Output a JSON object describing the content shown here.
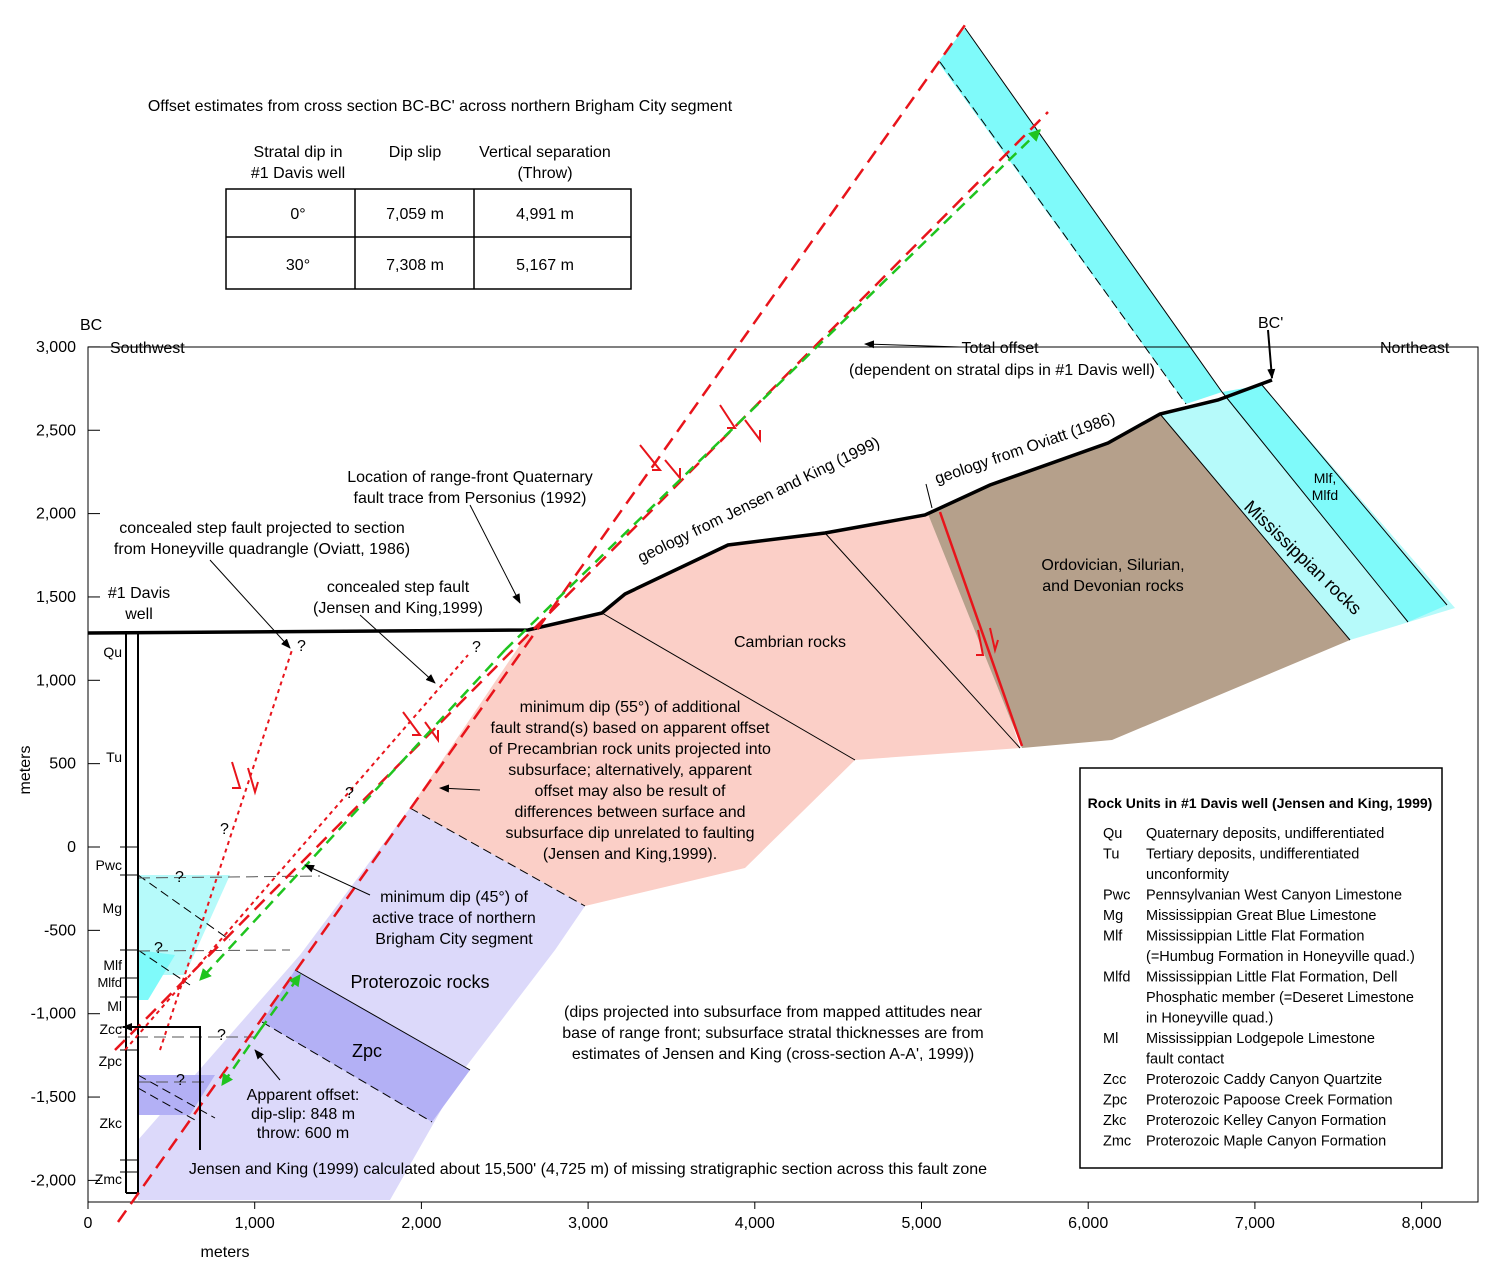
{
  "table": {
    "title": "Offset estimates from cross section BC-BC' across northern Brigham City segment",
    "headers": [
      [
        "Stratal dip in",
        "#1 Davis well"
      ],
      [
        "Dip slip"
      ],
      [
        "Vertical separation",
        "(Throw)"
      ]
    ],
    "rows": [
      [
        "0°",
        "7,059 m",
        "4,991 m"
      ],
      [
        "30°",
        "7,308 m",
        "5,167 m"
      ]
    ]
  },
  "axes": {
    "x": {
      "label": "meters",
      "ticks": [
        "0",
        "1,000",
        "2,000",
        "3,000",
        "4,000",
        "5,000",
        "6,000",
        "7,000",
        "8,000"
      ],
      "tick_values": [
        0,
        1000,
        2000,
        3000,
        4000,
        5000,
        6000,
        7000,
        8000
      ]
    },
    "y": {
      "label": "meters",
      "ticks": [
        "3,000",
        "2,500",
        "2,000",
        "1,500",
        "1,000",
        "500",
        "0",
        "-500",
        "-1,000",
        "-1,500",
        "-2,000"
      ],
      "tick_values": [
        3000,
        2500,
        2000,
        1500,
        1000,
        500,
        0,
        -500,
        -1000,
        -1500,
        -2000
      ]
    }
  },
  "section": {
    "start_label": "BC",
    "end_label": "BC'",
    "left_direction": "Southwest",
    "right_direction": "Northeast"
  },
  "rock_regions": [
    {
      "label": "Cambrian rocks",
      "color": "#fbcfc7"
    },
    {
      "label": "Ordovician, Silurian,\nand Devonian rocks",
      "color": "#b5a08b"
    },
    {
      "label": "Mississippian rocks",
      "color": "#b6fafa"
    },
    {
      "label": "Mlf,\nMlfd",
      "color": "#7ffafa"
    },
    {
      "label": "Proterozoic rocks",
      "color": "#dcd9fa"
    },
    {
      "label": "Zpc",
      "color": "#b3b0f5"
    }
  ],
  "annotations": {
    "total_offset": "Total offset",
    "total_offset_note": "(dependent on stratal dips in #1 Davis well)",
    "geology_jk": "geology from Jensen and King (1999)",
    "geology_ov": "geology from Oviatt (1986)",
    "range_front_1": "Location of range-front Quaternary",
    "range_front_2": "fault trace from Personius (1992)",
    "concealed_ov_1": "concealed step fault projected to section",
    "concealed_ov_2": "from Honeyville quadrangle (Oviatt, 1986)",
    "concealed_jk_1": "concealed step fault",
    "concealed_jk_2": "(Jensen and King,1999)",
    "well_1": "#1 Davis",
    "well_2": "well",
    "min_dip55": [
      "minimum dip (55°) of additional",
      "fault strand(s) based on apparent offset",
      "of Precambrian rock units projected into",
      "subsurface; alternatively, apparent",
      "offset may also be result of",
      "differences between surface and",
      "subsurface dip unrelated to faulting",
      "(Jensen and King,1999)."
    ],
    "min_dip45": [
      "minimum dip (45°) of",
      "active trace of northern",
      "Brigham City segment"
    ],
    "dips_note": [
      "(dips projected into subsurface from mapped attitudes near",
      "base of range front; subsurface stratal thicknesses are from",
      "estimates of Jensen and King (cross-section A-A', 1999))"
    ],
    "apparent_offset": [
      "Apparent offset:",
      "dip-slip: 848 m",
      "throw: 600 m"
    ],
    "missing_section": "Jensen and King (1999) calculated about 15,500' (4,725 m) of missing stratigraphic section across this fault zone",
    "question": "?"
  },
  "well_units": [
    "Qu",
    "Tu",
    "Pwc",
    "Mg",
    "Mlf",
    "Mlfd",
    "Ml",
    "Zcc",
    "Zpc",
    "Zkc",
    "Zmc"
  ],
  "legend": {
    "title": "Rock Units in #1 Davis well (Jensen and King, 1999)",
    "items": [
      {
        "code": "Qu",
        "desc": [
          "Quaternary deposits, undifferentiated"
        ]
      },
      {
        "code": "Tu",
        "desc": [
          "Tertiary deposits, undifferentiated",
          "    unconformity"
        ]
      },
      {
        "code": "Pwc",
        "desc": [
          "Pennsylvanian West Canyon Limestone"
        ]
      },
      {
        "code": "Mg",
        "desc": [
          "Mississippian Great Blue Limestone"
        ]
      },
      {
        "code": "Mlf",
        "desc": [
          "Mississippian Little Flat Formation",
          "(=Humbug Formation in Honeyville quad.)"
        ]
      },
      {
        "code": "Mlfd",
        "desc": [
          "Mississippian Little Flat Formation, Dell",
          "Phosphatic member (=Deseret Limestone",
          "in Honeyville quad.)"
        ]
      },
      {
        "code": "Ml",
        "desc": [
          "Mississippian Lodgepole Limestone",
          "    fault contact"
        ]
      },
      {
        "code": "Zcc",
        "desc": [
          "Proterozoic Caddy Canyon Quartzite"
        ]
      },
      {
        "code": "Zpc",
        "desc": [
          "Proterozoic Papoose Creek Formation"
        ]
      },
      {
        "code": "Zkc",
        "desc": [
          "Proterozoic Kelley Canyon Formation"
        ]
      },
      {
        "code": "Zmc",
        "desc": [
          "Proterozoic  Maple Canyon Formation"
        ]
      }
    ]
  },
  "colors": {
    "fault_red": "#e8141b",
    "slip_green": "#1fc41f"
  }
}
